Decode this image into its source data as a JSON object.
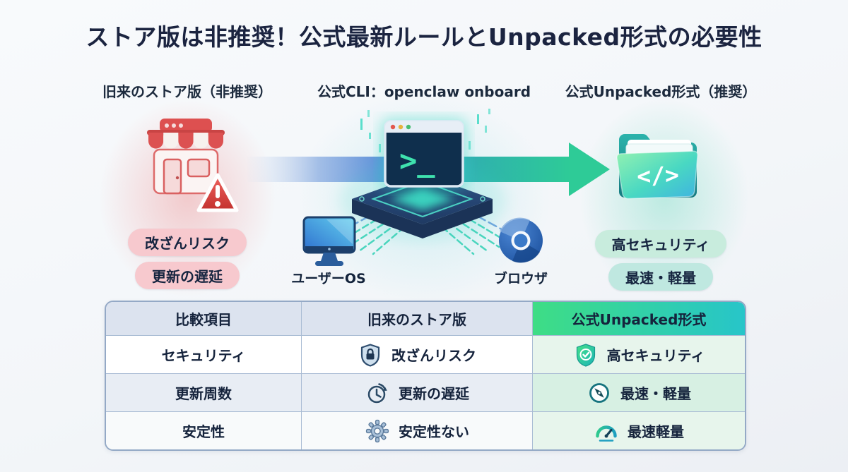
{
  "title": "ストア版は非推奨！公式最新ルールとUnpacked形式の必要性",
  "flow": {
    "left": {
      "heading": "旧来のストア版（非推奨）",
      "icon": "store-warning-icon",
      "pills": [
        "改ざんリスク",
        "更新の遅延"
      ]
    },
    "center": {
      "heading": "公式CLI：openclaw onboard",
      "icon": "terminal-chip-icon",
      "terminal_prompt": ">_",
      "os_label": "ユーザーOS",
      "browser_label": "ブロウザ"
    },
    "right": {
      "heading": "公式Unpacked形式（推奨）",
      "icon": "code-folder-icon",
      "folder_glyph": "</>",
      "pills": [
        "高セキュリティ",
        "最速・軽量"
      ]
    }
  },
  "table": {
    "headers": [
      "比較項目",
      "旧来のストア版",
      "公式Unpacked形式"
    ],
    "rows": [
      {
        "item": "セキュリティ",
        "store_icon": "shield-lock-icon",
        "store_text": "改ざんリスク",
        "unpacked_icon": "shield-check-icon",
        "unpacked_text": "高セキュリティ"
      },
      {
        "item": "更新周数",
        "store_icon": "clock-refresh-icon",
        "store_text": "更新の遅延",
        "unpacked_icon": "compass-icon",
        "unpacked_text": "最速・軽量"
      },
      {
        "item": "安定性",
        "store_icon": "gear-icon",
        "store_text": "安定性ない",
        "unpacked_icon": "gauge-icon",
        "unpacked_text": "最速軽量"
      }
    ]
  },
  "colors": {
    "accent_green": "#3edd85",
    "accent_teal": "#27c5c9",
    "arrow_blue": "#4f86d6",
    "warning_red": "#e05252",
    "navy_text": "#1b2440",
    "pill_pink": "#f7c9ce",
    "pill_mint": "#c8ecdd",
    "header_gray": "#dce3ef"
  }
}
